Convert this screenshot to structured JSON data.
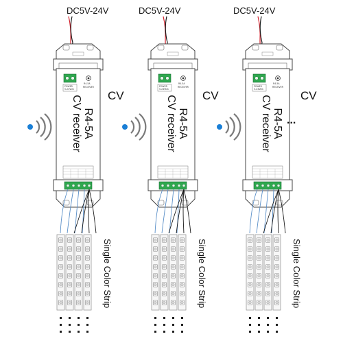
{
  "units": [
    {
      "power_label": "DC5V-24V",
      "mode_label": "CV",
      "device_line1": "CV receiver",
      "device_line2": "R4-5A",
      "strip_label": "Single Color Strip"
    },
    {
      "power_label": "DC5V-24V",
      "mode_label": "CV",
      "device_line1": "CV receiver",
      "device_line2": "R4-5A",
      "strip_label": "Single Color Strip"
    },
    {
      "power_label": "DC5V-24V",
      "mode_label": "CV",
      "device_line1": "CV receiver",
      "device_line2": "R4-5A",
      "strip_label": "Single Color Strip"
    }
  ],
  "more_indicator": "...",
  "colors": {
    "signal_dot": "#1a7fd6",
    "wave": "#7a7a7a",
    "wire_red": "#d21f2a",
    "wire_black": "#1a1a1a",
    "terminal_green": "#2fa84f",
    "output_wire": "#5a8fc8",
    "strip_border": "#9a9a9a",
    "led": "#d8d8d8"
  },
  "icons": {
    "signal": "wireless-signal-icon",
    "terminal": "terminal-block-icon",
    "led": "led-chip-icon"
  }
}
